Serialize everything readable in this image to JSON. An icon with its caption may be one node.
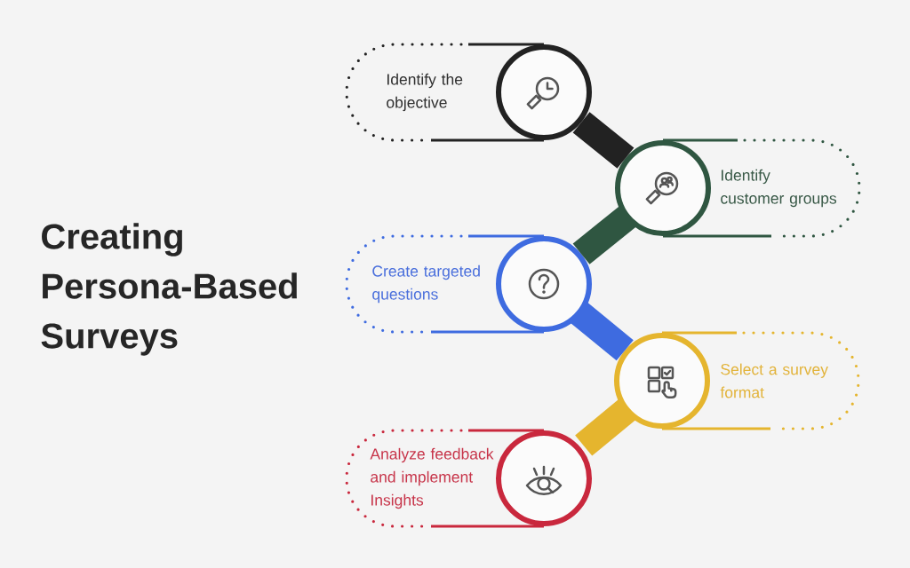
{
  "diagram": {
    "title": "Creating Persona-Based Surveys",
    "nodes": [
      {
        "text": [
          "Identify the objective"
        ]
      },
      {
        "text": [],
        "shape": "circle"
      },
      {
        "text": [],
        "shape": "circle"
      },
      {
        "text": [
          "Identify customer groups"
        ]
      },
      {
        "text": [
          "Create targeted questions"
        ]
      },
      {
        "text": [],
        "shape": "circle"
      },
      {
        "text": [],
        "shape": "circle"
      },
      {
        "text": [
          "Select a survey format"
        ]
      },
      {
        "text": [
          "Analyze feedback and implement Insights"
        ]
      },
      {
        "text": [],
        "shape": "circle"
      }
    ],
    "edges": [
      {
        "from": 1,
        "to": 2,
        "arrow": "none",
        "color": "#222222"
      },
      {
        "from": 2,
        "to": 5,
        "arrow": "none",
        "color": "#2f5641"
      },
      {
        "from": 5,
        "to": 6,
        "arrow": "none",
        "color": "#3e6be0"
      },
      {
        "from": 6,
        "to": 9,
        "arrow": "none",
        "color": "#e5b52e"
      }
    ]
  }
}
